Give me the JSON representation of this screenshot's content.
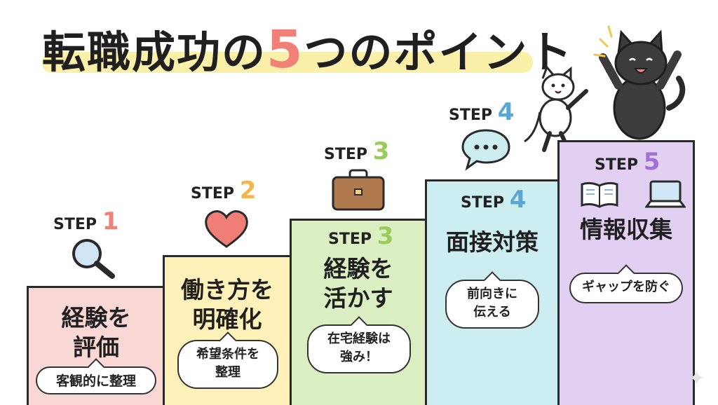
{
  "title": {
    "pre": "転職成功の",
    "num": "5",
    "post": "つのポイント"
  },
  "steps": [
    {
      "label": "STEP",
      "num": "1",
      "head1": "経験を",
      "head2": "評価",
      "note1": "客観的に整理",
      "note2": "",
      "icon": "magnifier-icon"
    },
    {
      "label": "STEP",
      "num": "2",
      "head1": "働き方を",
      "head2": "明確化",
      "note1": "希望条件を",
      "note2": "整理",
      "icon": "heart-icon"
    },
    {
      "label": "STEP",
      "num": "3",
      "head1": "経験を",
      "head2": "活かす",
      "note1": "在宅経験は",
      "note2": "強み！",
      "icon": "briefcase-icon"
    },
    {
      "label": "STEP",
      "num": "4",
      "head1": "面接対策",
      "head2": "",
      "note1": "前向きに",
      "note2": "伝える",
      "icon": "speech-bubble-icon"
    },
    {
      "label": "STEP",
      "num": "5",
      "head1": "情報収集",
      "head2": "",
      "note1": "ギャップを防ぐ",
      "note2": "",
      "icon": "book-laptop-icon"
    }
  ],
  "colors": {
    "step1": "#f8d7d4",
    "step2": "#fdf0b8",
    "step3": "#dcefc2",
    "step4": "#cdeef0",
    "step5": "#e2d0f2",
    "accent": "#f08078",
    "highlight": "#fbeea0"
  }
}
